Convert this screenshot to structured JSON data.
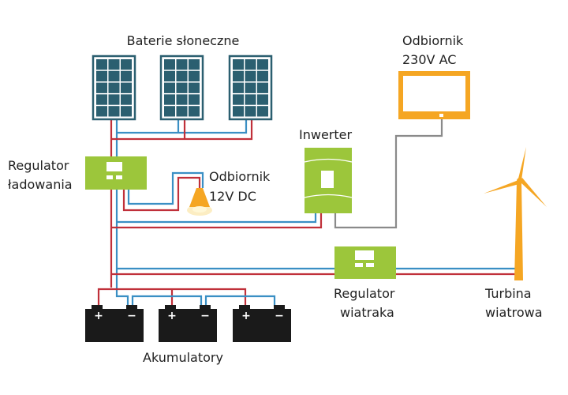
{
  "labels": {
    "solar_panels": "Baterie słoneczne",
    "charge_regulator_1": "Regulator",
    "charge_regulator_2": "ładowania",
    "dc_load_1": "Odbiornik",
    "dc_load_2": "12V DC",
    "inverter": "Inwerter",
    "ac_load_1": "Odbiornik",
    "ac_load_2": "230V AC",
    "wind_regulator_1": "Regulator",
    "wind_regulator_2": "wiatraka",
    "turbine_1": "Turbina",
    "turbine_2": "wiatrowa",
    "batteries": "Akumulatory",
    "plus": "+",
    "minus": "−"
  },
  "colors": {
    "positive_wire": "#c0303a",
    "negative_wire": "#3a8fc4",
    "ac_wire": "#8a8a8a",
    "device_green": "#9cc63b",
    "load_orange": "#f5a623",
    "panel_blue": "#2b5f70",
    "battery": "#1a1a1a"
  }
}
